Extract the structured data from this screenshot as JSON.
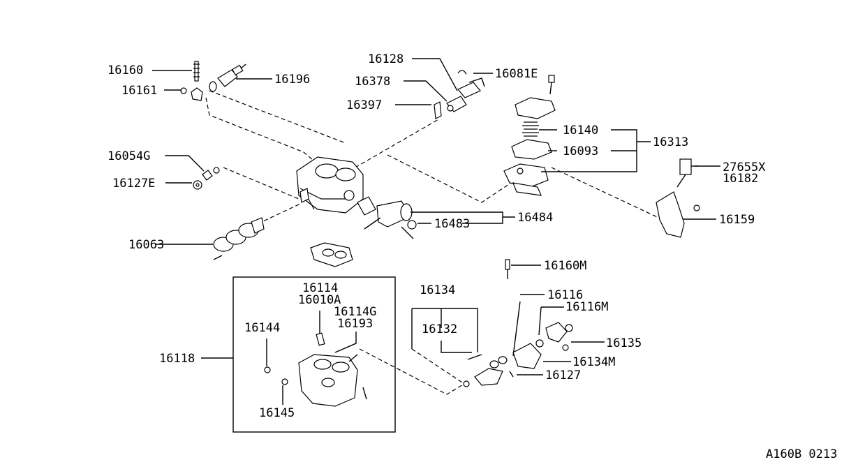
{
  "diagram_id": "A160B 0213",
  "labels": {
    "p16160": "16160",
    "p16161": "16161",
    "p16196": "16196",
    "p16128": "16128",
    "p16378": "16378",
    "p16397": "16397",
    "p16081E": "16081E",
    "p16140": "16140",
    "p16093": "16093",
    "p16313": "16313",
    "p27655X": "27655X",
    "p16182": "16182",
    "p16159": "16159",
    "p16054G": "16054G",
    "p16127E": "16127E",
    "p16063": "16063",
    "p16483": "16483",
    "p16484": "16484",
    "p16160M": "16160M",
    "p16114": "16114",
    "p16010A": "16010A",
    "p16114G": "16114G",
    "p16193": "16193",
    "p16144": "16144",
    "p16118": "16118",
    "p16145": "16145",
    "p16134": "16134",
    "p16132": "16132",
    "p16116": "16116",
    "p16116M": "16116M",
    "p16135": "16135",
    "p16134M": "16134M",
    "p16127": "16127"
  }
}
